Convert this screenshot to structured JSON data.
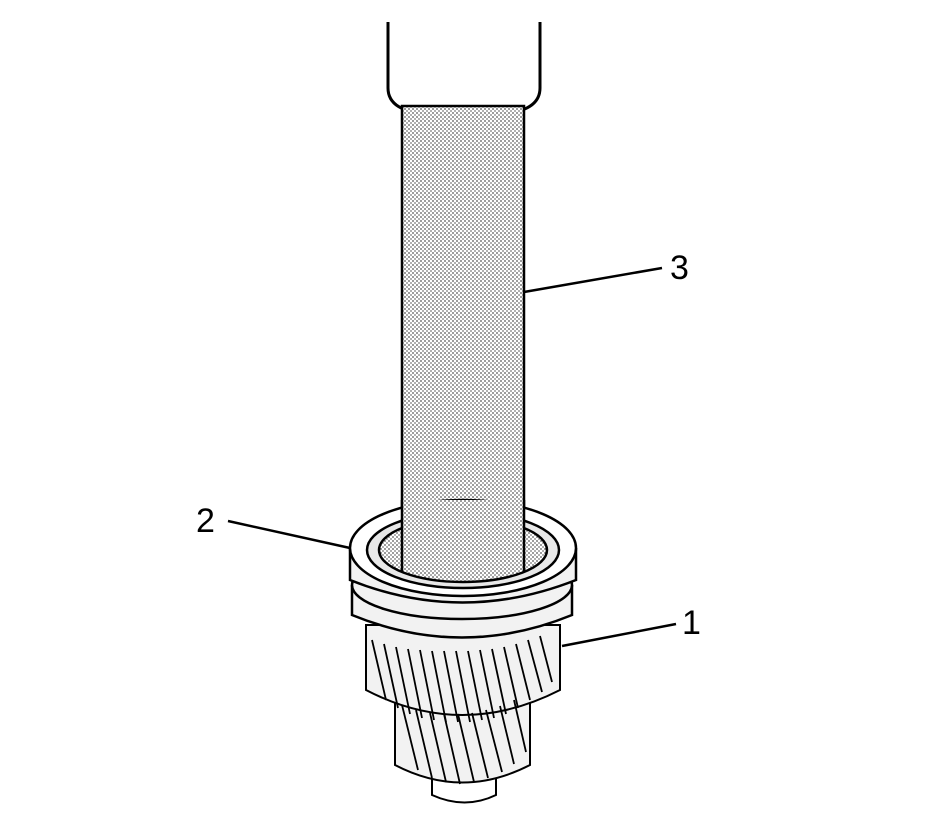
{
  "diagram": {
    "callouts": [
      {
        "id": "1",
        "label": "1",
        "target": "gear"
      },
      {
        "id": "2",
        "label": "2",
        "target": "bearing-ring"
      },
      {
        "id": "3",
        "label": "3",
        "target": "installer-tool"
      }
    ]
  },
  "colors": {
    "ink": "#000000",
    "paper": "#ffffff",
    "shaft_fill": "#c9c9c9",
    "part_fill": "#f2f2f2"
  }
}
